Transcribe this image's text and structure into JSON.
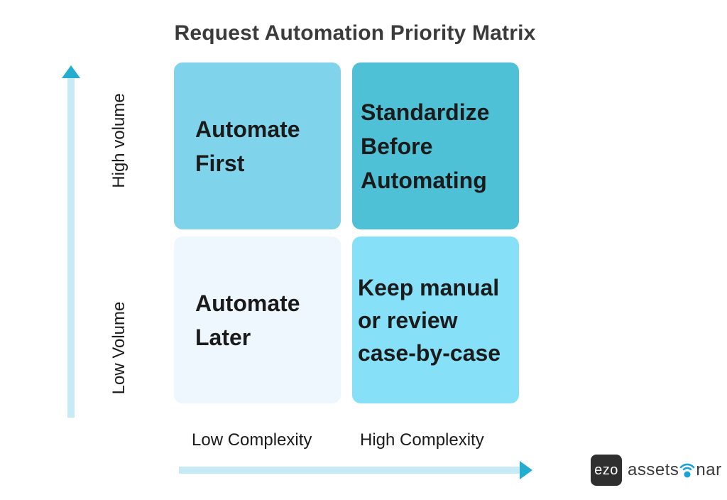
{
  "title": "Request Automation Priority Matrix",
  "axes": {
    "y_high": "High volume",
    "y_low": "Low Volume",
    "x_low": "Low Complexity",
    "x_high": "High Complexity"
  },
  "quadrants": [
    {
      "id": "top-left",
      "label": "Automate\nFirst",
      "color": "#7fd3ea"
    },
    {
      "id": "top-right",
      "label": "Standardize\nBefore\nAutomating",
      "color": "#4ec1d6"
    },
    {
      "id": "bottom-left",
      "label": "Automate\nLater",
      "color": "#eef7fd"
    },
    {
      "id": "bottom-right",
      "label": "Keep manual\nor review\ncase-by-case",
      "color": "#86e0f8"
    }
  ],
  "colors": {
    "arrow_shaft": "#c6ebf6",
    "arrow_head": "#23aed0",
    "logo_accent": "#1aa3d6"
  },
  "logo": {
    "badge": "ezo",
    "word_start": "assets",
    "word_end": "nar"
  }
}
